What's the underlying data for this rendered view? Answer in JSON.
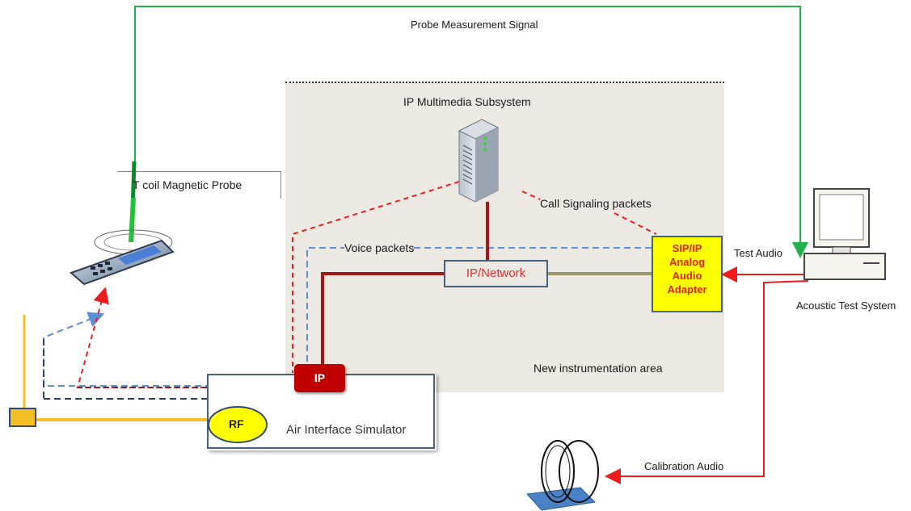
{
  "labels": {
    "probe_signal": "Probe Measurement Signal",
    "ims": "IP Multimedia Subsystem",
    "tcoil_probe": "T coil Magnetic Probe",
    "call_signaling": "Call Signaling packets",
    "voice_packets": "Voice packets",
    "test_audio": "Test Audio",
    "acoustic_system": "Acoustic Test System",
    "new_area": "New instrumentation area",
    "calibration_audio": "Calibration Audio"
  },
  "boxes": {
    "ip_network": "IP/Network",
    "sip_line1": "SIP/IP",
    "sip_line2": "Analog",
    "sip_line3": "Audio",
    "sip_line4": "Adapter",
    "ip": "IP",
    "rf": "RF",
    "air_interface": "Air Interface Simulator"
  },
  "icons": [
    "server-icon",
    "computer-icon",
    "phone-icon",
    "tcoil-icon",
    "antenna-icon",
    "connector-icon"
  ],
  "colors": {
    "signal_green": "#22b04a",
    "audio_red": "#ee1c1c",
    "network_dark_red": "#a01818",
    "network_olive": "#9c9466",
    "voice_blue": "#5b8fd6",
    "rf_yellow": "#f5c026",
    "box_border": "#47617c",
    "ims_bg": "#ece9e2"
  }
}
